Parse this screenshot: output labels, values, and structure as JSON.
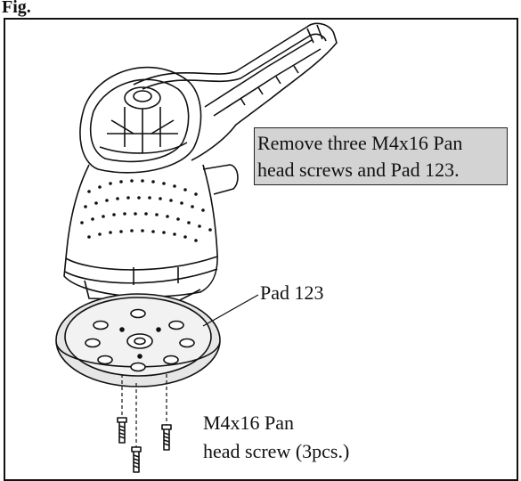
{
  "figure": {
    "label": "Fig."
  },
  "callout": {
    "line1": "Remove three M4x16 Pan",
    "line2": "head screws and Pad 123."
  },
  "labels": {
    "pad": "Pad 123",
    "screw_line1": "M4x16 Pan",
    "screw_line2": "head screw (3pcs.)"
  }
}
